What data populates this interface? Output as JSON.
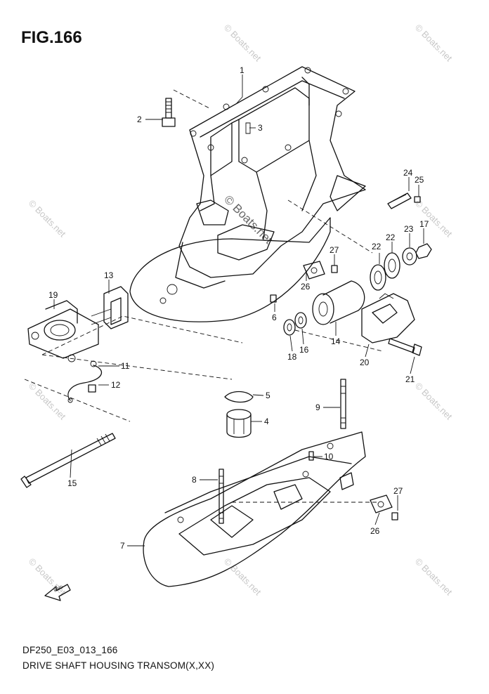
{
  "figure": {
    "title": "FIG.166",
    "code": "DF250_E03_013_166",
    "caption": "DRIVE SHAFT HOUSING TRANSOM(X,XX)"
  },
  "fwd_label": "FWD",
  "watermarks": {
    "small": "© Boats.net",
    "center": "© Boats.net"
  },
  "callouts": {
    "c1": "1",
    "c2": "2",
    "c3": "3",
    "c4": "4",
    "c5": "5",
    "c6": "6",
    "c7": "7",
    "c8": "8",
    "c9": "9",
    "c10": "10",
    "c11": "11",
    "c12": "12",
    "c13": "13",
    "c14": "14",
    "c15": "15",
    "c16": "16",
    "c17": "17",
    "c18": "18",
    "c19": "19",
    "c20": "20",
    "c21": "21",
    "c22a": "22",
    "c22b": "22",
    "c23": "23",
    "c24": "24",
    "c25": "25",
    "c26a": "26",
    "c26b": "26",
    "c27a": "27",
    "c27b": "27"
  }
}
